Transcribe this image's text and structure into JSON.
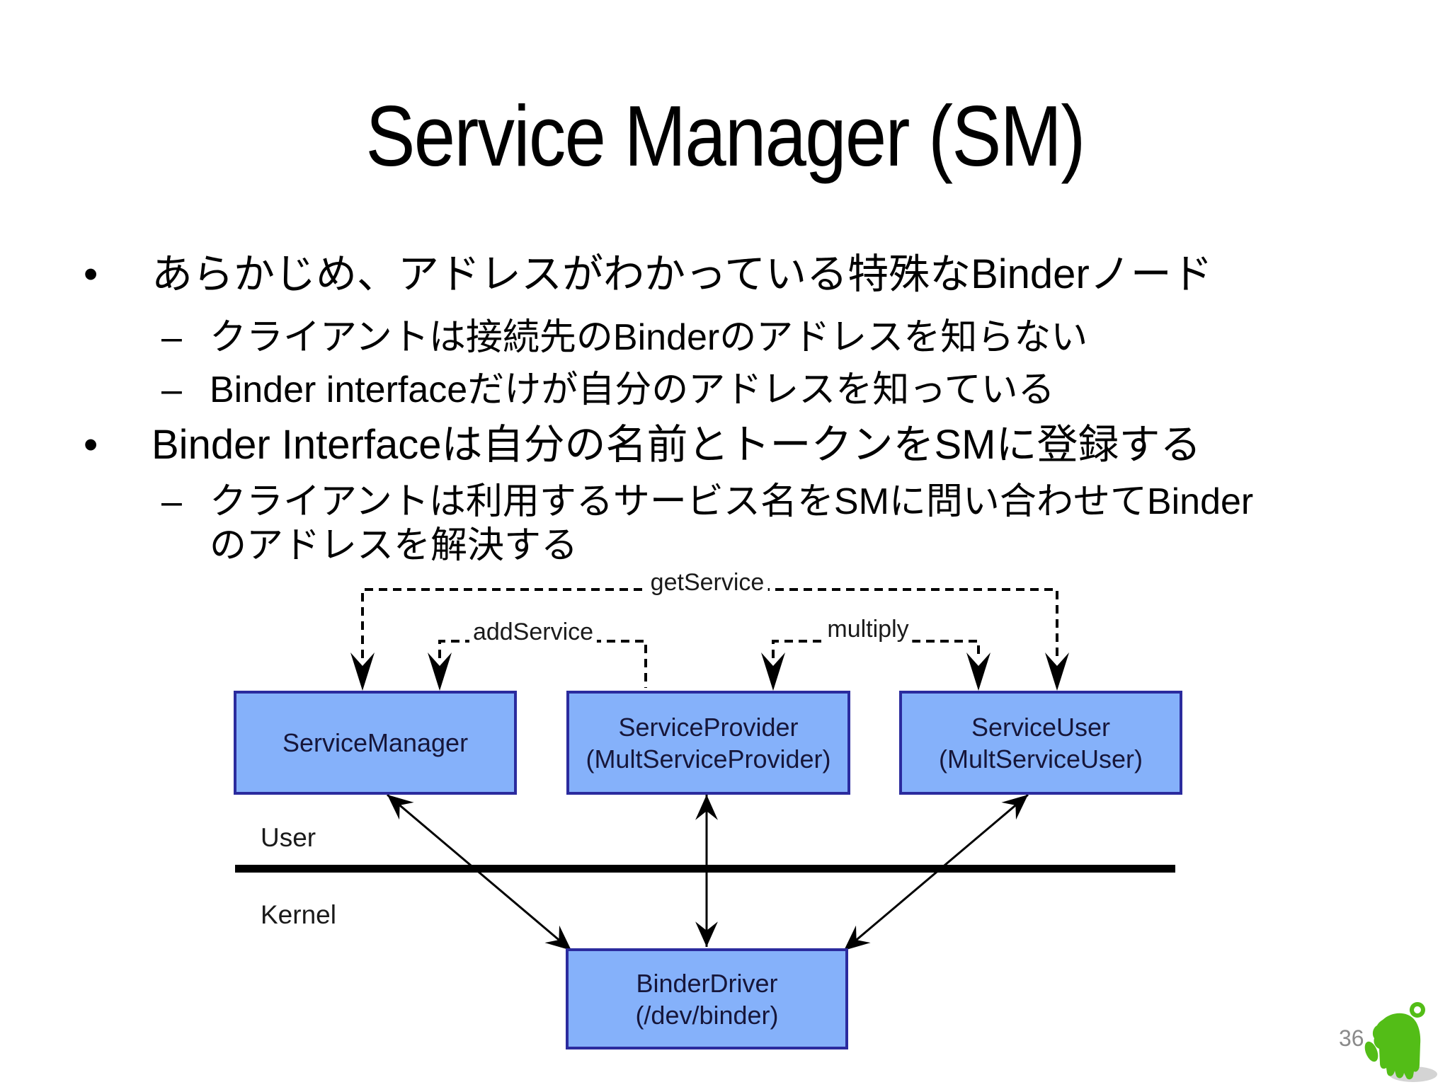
{
  "content": {
    "title": "Service Manager (SM)",
    "bullets": [
      {
        "level": 1,
        "marker": "•",
        "text": "あらかじめ、アドレスがわかっている特殊なBinderノード"
      },
      {
        "level": 2,
        "marker": "–",
        "text": "クライアントは接続先のBinderのアドレスを知らない"
      },
      {
        "level": 2,
        "marker": "–",
        "text": "Binder interfaceだけが自分のアドレスを知っている"
      },
      {
        "level": 1,
        "marker": "•",
        "text": "Binder Interfaceは自分の名前とトークンをSMに登録する"
      },
      {
        "level": 2,
        "marker": "–",
        "text": "クライアントは利用するサービス名をSMに問い合わせてBinder",
        "text2": "のアドレスを解決する"
      }
    ]
  },
  "diagram": {
    "boxes": {
      "service_manager": {
        "line1": "ServiceManager",
        "line2": ""
      },
      "service_provider": {
        "line1": "ServiceProvider",
        "line2": "(MultServiceProvider)"
      },
      "service_user": {
        "line1": "ServiceUser",
        "line2": "(MultServiceUser)"
      },
      "binder_driver": {
        "line1": "BinderDriver",
        "line2": "(/dev/binder)"
      }
    },
    "connections": [
      {
        "label": "getService",
        "from": "ServiceUser",
        "to": "ServiceManager",
        "style": "dashed"
      },
      {
        "label": "addService",
        "from": "ServiceProvider",
        "to": "ServiceManager",
        "style": "dashed"
      },
      {
        "label": "multiply",
        "from": "ServiceUser",
        "to": "ServiceProvider",
        "style": "dashed"
      },
      {
        "label": "",
        "from": "ServiceManager",
        "to": "BinderDriver",
        "style": "solid-bidirectional"
      },
      {
        "label": "",
        "from": "ServiceProvider",
        "to": "BinderDriver",
        "style": "solid-bidirectional"
      },
      {
        "label": "",
        "from": "ServiceUser",
        "to": "BinderDriver",
        "style": "solid-bidirectional"
      }
    ],
    "layer_labels": {
      "user": "User",
      "kernel": "Kernel"
    },
    "colors": {
      "box_fill": "#85b1fa",
      "box_border": "#2b2b9e",
      "line": "#000000"
    }
  },
  "footer": {
    "page_number": "36",
    "mascot_icon": "green-creature-mascot"
  }
}
